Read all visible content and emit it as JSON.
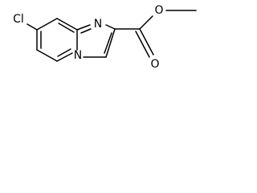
{
  "molecule": {
    "atoms": {
      "chlorine": "Cl",
      "ring_nitrogen": "N",
      "bridgehead_nitrogen": "N",
      "carbonyl_oxygen": "O",
      "ester_oxygen": "O"
    }
  }
}
